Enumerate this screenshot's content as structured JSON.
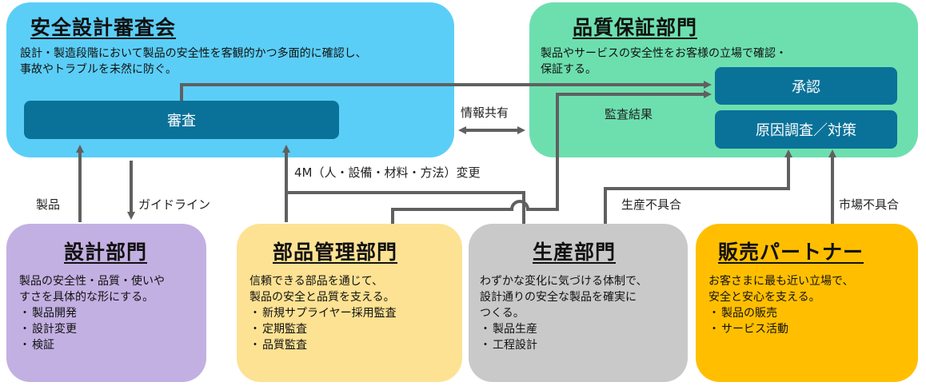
{
  "colors": {
    "review_board": "#5bcef7",
    "qa_dept": "#6ddfaf",
    "inner_box": "#0a7299",
    "design_dept": "#c3b0e2",
    "parts_dept": "#fde293",
    "production_dept": "#c9c9c9",
    "sales_partner": "#ffbf00",
    "connector": "#606060"
  },
  "review_board": {
    "title": "安全設計審査会",
    "description": "設計・製造段階において製品の安全性を客観的かつ多面的に確認し、\n事故やトラブルを未然に防ぐ。",
    "inner_label": "審査"
  },
  "qa_dept": {
    "title": "品質保証部門",
    "description": "製品やサービスの安全性をお客様の立場で確認・\n保証する。",
    "approval_label": "承認",
    "investigation_label": "原因調査／対策"
  },
  "design_dept": {
    "title": "設計部門",
    "description": "製品の安全性・品質・使いや\nすさを具体的な形にする。",
    "items": [
      "製品開発",
      "設計変更",
      "検証"
    ]
  },
  "parts_dept": {
    "title": "部品管理部門",
    "description": "信頼できる部品を通じて、\n製品の安全と品質を支える。",
    "items": [
      "新規サプライヤー採用監査",
      "定期監査",
      "品質監査"
    ]
  },
  "production_dept": {
    "title": "生産部門",
    "description": "わずかな変化に気づける体制で、\n設計通りの安全な製品を確実に\nつくる。",
    "items": [
      "製品生産",
      "工程設計"
    ]
  },
  "sales_partner": {
    "title": "販売パートナー",
    "description": "お客さまに最も近い立場で、\n安全と安心を支える。",
    "items": [
      "製品の販売",
      "サービス活動"
    ]
  },
  "connectors": {
    "info_sharing": "情報共有",
    "audit_results": "監査結果",
    "product": "製品",
    "guideline": "ガイドライン",
    "change_4m": "4M（人・設備・材料・方法）変更",
    "production_defect": "生産不具合",
    "market_defect": "市場不具合"
  }
}
